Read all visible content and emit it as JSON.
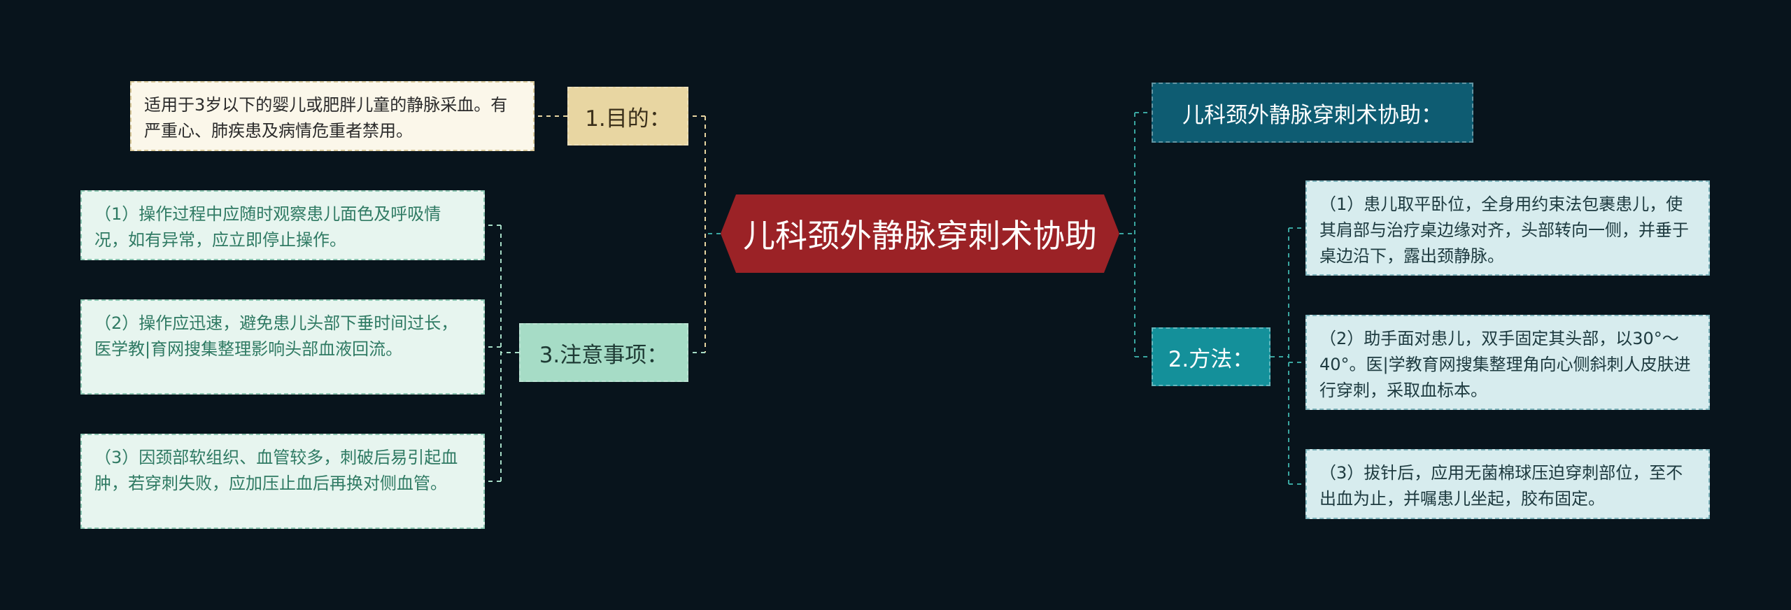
{
  "central": {
    "title": "儿科颈外静脉穿刺术协助"
  },
  "branches": {
    "purpose": {
      "label": "1.目的：",
      "text": "适用于3岁以下的婴儿或肥胖儿童的静脉采血。有严重心、肺疾患及病情危重者禁用。"
    },
    "notes": {
      "label": "3.注意事项：",
      "items": [
        "（1）操作过程中应随时观察患儿面色及呼吸情况，如有异常，应立即停止操作。",
        "（2）操作应迅速，避免患儿头部下垂时间过长，医学教|育网搜集整理影响头部血液回流。",
        "（3）因颈部软组织、血管较多，刺破后易引起血肿，若穿刺失败，应加压止血后再换对侧血管。"
      ]
    },
    "subtitle": {
      "label": "儿科颈外静脉穿刺术协助："
    },
    "method": {
      "label": "2.方法：",
      "items": [
        "（1）患儿取平卧位，全身用约束法包裹患儿，使其肩部与治疗桌边缘对齐，头部转向一侧，并垂于桌边沿下，露出颈静脉。",
        "（2）助手面对患儿，双手固定其头部，以30°～40°。医|学教育网搜集整理角向心侧斜刺人皮肤进行穿刺，采取血标本。",
        "（3）拔针后，应用无菌棉球压迫穿刺部位，至不出血为止，并嘱患儿坐起，胶布固定。"
      ]
    }
  },
  "colors": {
    "background": "#08141c",
    "central": "#9b2226",
    "purpose": "#e8d6a2",
    "notes": "#a6dcc6",
    "subtitle": "#0e5c72",
    "method": "#14909a"
  }
}
